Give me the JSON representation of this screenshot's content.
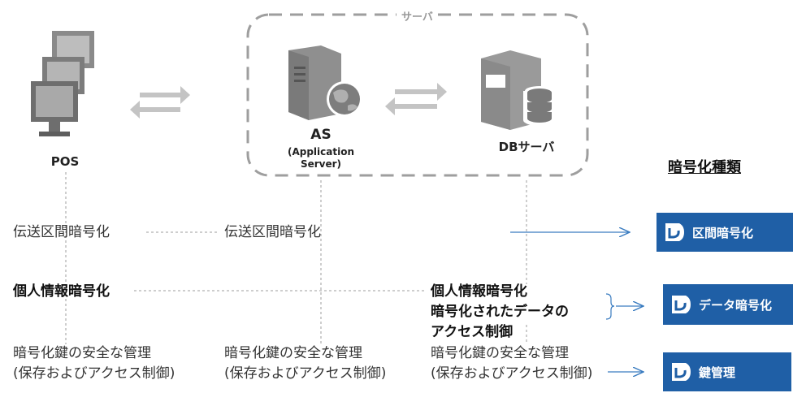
{
  "server_group": {
    "title": "サーバ"
  },
  "nodes": {
    "pos": {
      "label": "POS",
      "icon": "monitor-stack-icon"
    },
    "as": {
      "label": "AS",
      "sub": "(Application Server)",
      "icon": "app-server-icon"
    },
    "db": {
      "label": "DBサーバ",
      "icon": "database-server-icon"
    }
  },
  "encryption_types": {
    "title": "暗号化種類",
    "items": [
      {
        "label": "区間暗号化"
      },
      {
        "label": "データ暗号化"
      },
      {
        "label": "鍵管理"
      }
    ]
  },
  "rows": {
    "transport": {
      "pos": "伝送区間暗号化",
      "as": "伝送区間暗号化"
    },
    "personal": {
      "pos": "個人情報暗号化",
      "db_line1": "個人情報暗号化",
      "db_line2": "暗号化されたデータの",
      "db_line3": "アクセス制御"
    },
    "key": {
      "line1": "暗号化鍵の安全な管理",
      "line2": "(保存およびアクセス制御)"
    }
  },
  "colors": {
    "badge": "#1f5fa6",
    "arrow_blue": "#3a7cc0",
    "gray": "#9e9e9e",
    "dark_gray": "#6b6b6b"
  }
}
